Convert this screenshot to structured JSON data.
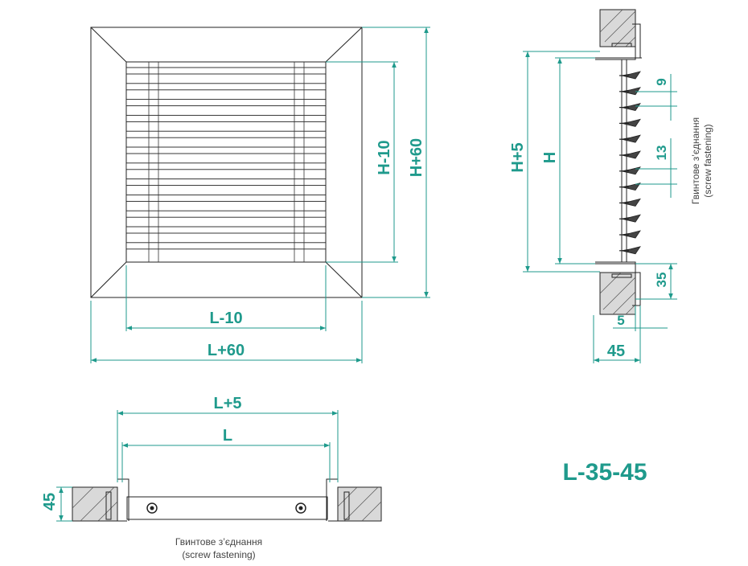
{
  "front_view": {
    "dim_inner_width": "L-10",
    "dim_outer_width": "L+60",
    "dim_inner_height": "H-10",
    "dim_outer_height": "H+60"
  },
  "side_view": {
    "dim_opening": "H+5",
    "dim_height": "H",
    "dim_blade_pitch": "9",
    "dim_blade_gap": "13",
    "dim_wall_35": "35",
    "dim_5": "5",
    "dim_depth": "45",
    "note_line1": "Гвинтове з’єднання",
    "note_line2": "(screw fastening)"
  },
  "top_view": {
    "dim_opening": "L+5",
    "dim_width": "L",
    "dim_depth": "45",
    "note_line1": "Гвинтове з’єднання",
    "note_line2": "(screw fastening)"
  },
  "model_code": "L-35-45",
  "colors": {
    "dimension": "#1f9a8c",
    "outline": "#222222"
  }
}
